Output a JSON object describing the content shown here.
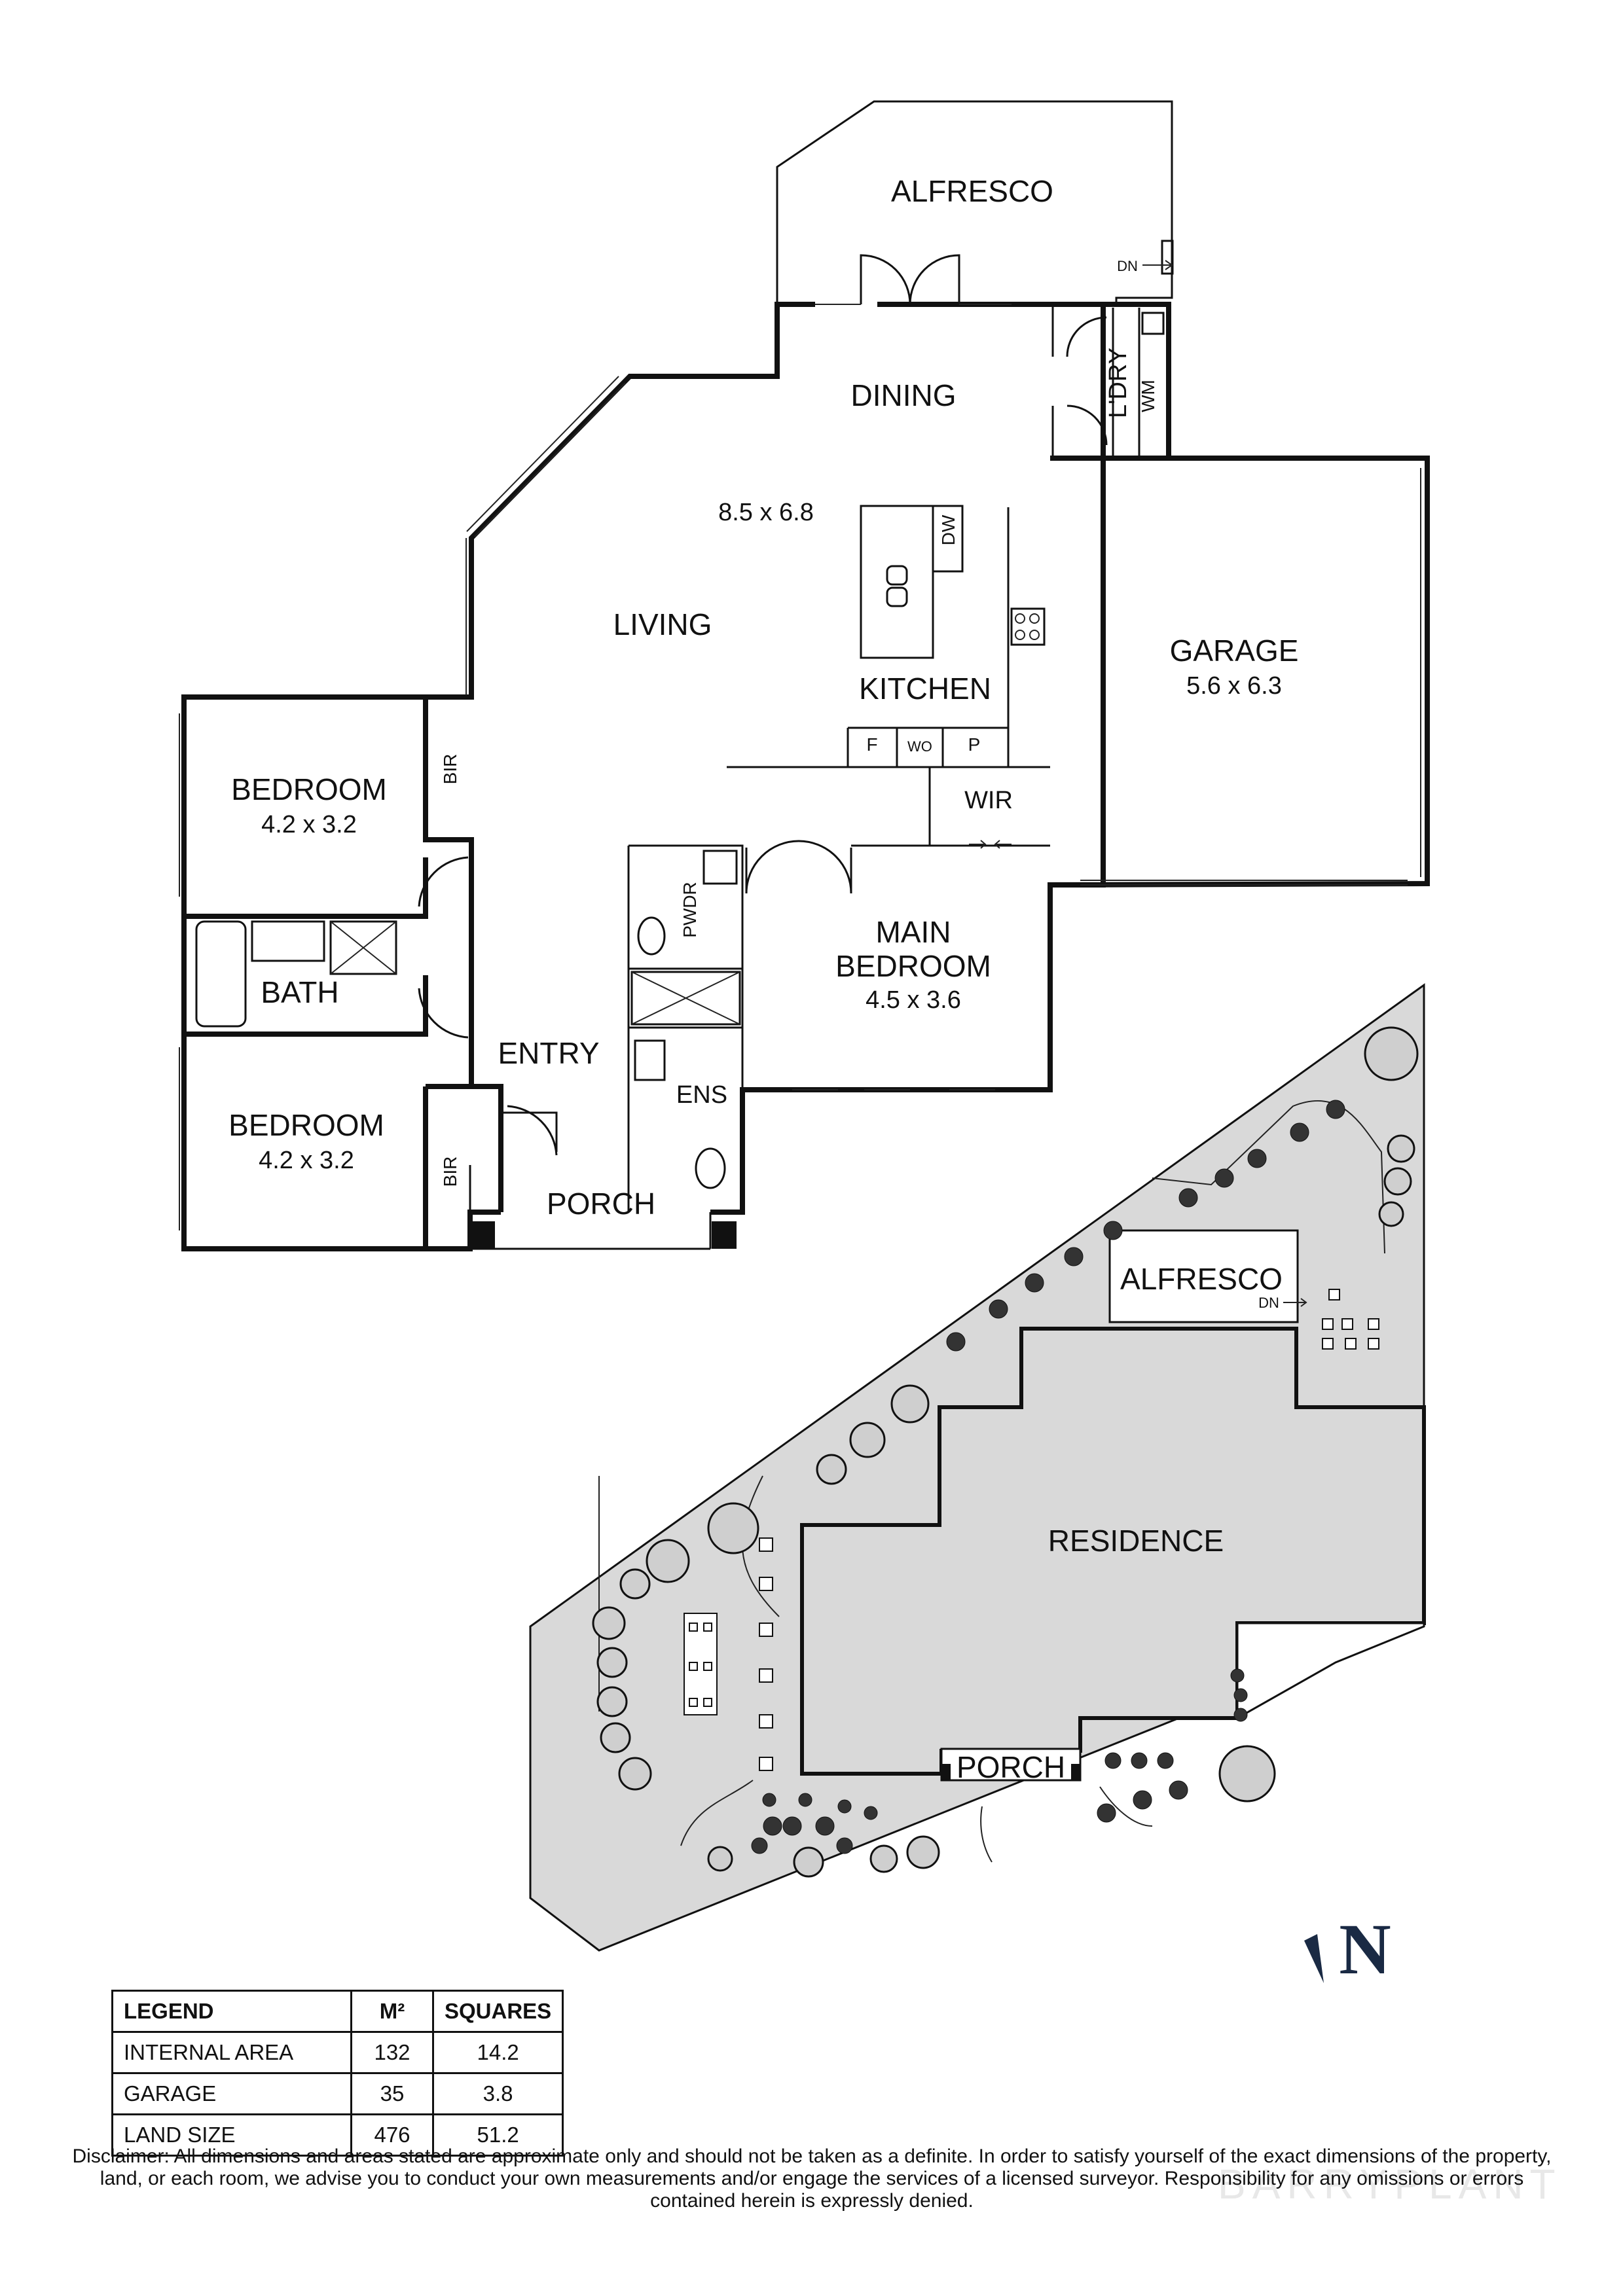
{
  "floor_plan": {
    "rooms": {
      "alfresco": "ALFRESCO",
      "dn_alfresco": "DN",
      "dining": "DINING",
      "ldry": "L'DRY",
      "wm": "WM",
      "living_dims": "8.5 x 6.8",
      "dw": "DW",
      "living": "LIVING",
      "kitchen": "KITCHEN",
      "f": "F",
      "wo": "WO",
      "p": "P",
      "garage": "GARAGE",
      "garage_dims": "5.6 x 6.3",
      "wir": "WIR",
      "bedroom1": "BEDROOM",
      "bedroom1_dims": "4.2 x 3.2",
      "bir1": "BIR",
      "bath": "BATH",
      "pwdr": "PWDR",
      "main_bedroom_line1": "MAIN",
      "main_bedroom_line2": "BEDROOM",
      "main_bedroom_dims": "4.5 x 3.6",
      "entry": "ENTRY",
      "ens": "ENS",
      "bedroom2": "BEDROOM",
      "bedroom2_dims": "4.2 x 3.2",
      "bir2": "BIR",
      "porch": "PORCH"
    }
  },
  "site_plan": {
    "alfresco": "ALFRESCO",
    "dn": "DN",
    "residence": "RESIDENCE",
    "porch": "PORCH"
  },
  "north_label": "N",
  "legend": {
    "headers": [
      "LEGEND",
      "M²",
      "SQUARES"
    ],
    "rows": [
      [
        "INTERNAL AREA",
        "132",
        "14.2"
      ],
      [
        "GARAGE",
        "35",
        "3.8"
      ],
      [
        "LAND SIZE",
        "476",
        "51.2"
      ]
    ]
  },
  "disclaimer": "Disclaimer: All dimensions and areas stated are approximate only and should not be taken as a definite. In order to satisfy yourself of the exact dimensions of the property, land, or each room, we advise you to conduct your own measurements and/or engage the services of a licensed surveyor. Responsibility for any omissions or errors contained herein is expressly denied.",
  "watermark": "BARRYPLANT",
  "colors": {
    "wall": "#111111",
    "site_fill": "#d9d9d9",
    "background": "#ffffff"
  }
}
